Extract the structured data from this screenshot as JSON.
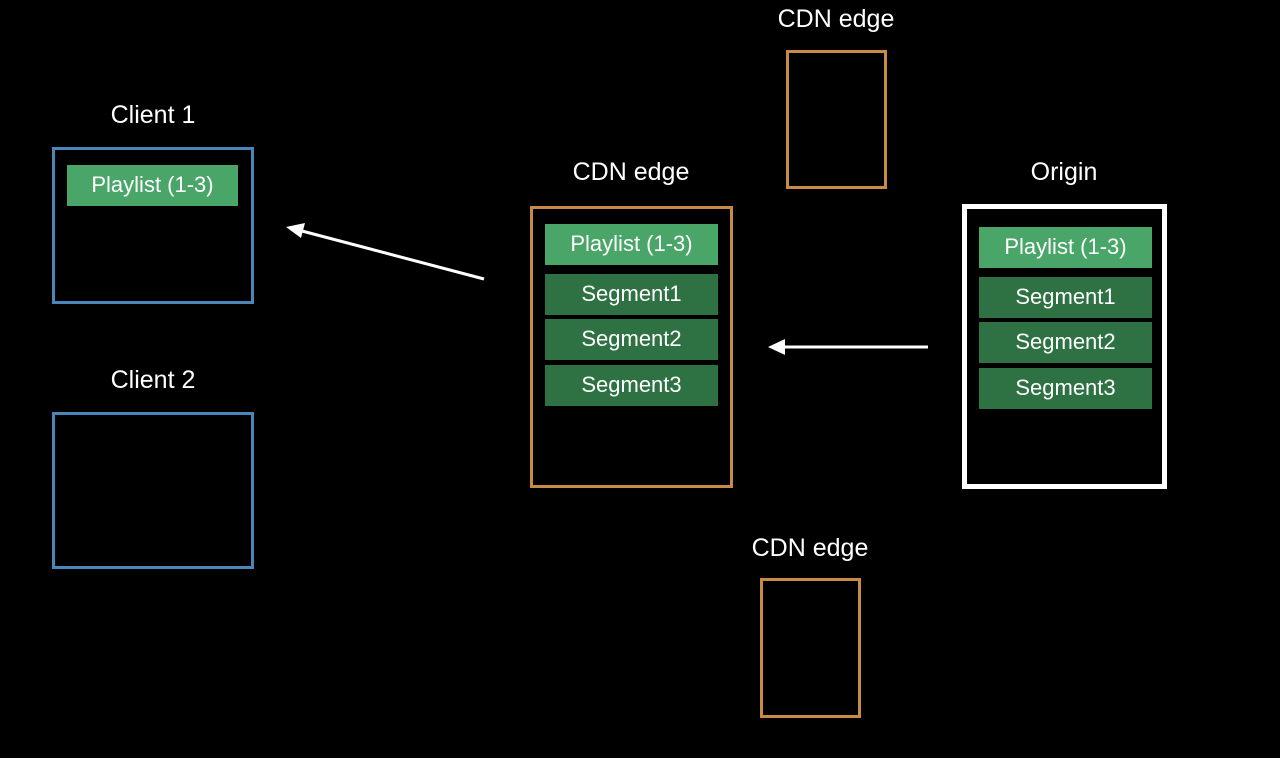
{
  "colors": {
    "background": "#000000",
    "client_border": "#4a86b8",
    "cdn_border": "#c98a45",
    "origin_border": "#ffffff",
    "playlist_fill": "#4aa568",
    "segment_fill": "#2e7143",
    "arrow": "#ffffff"
  },
  "client1": {
    "title": "Client 1",
    "playlist": "Playlist (1-3)"
  },
  "client2": {
    "title": "Client 2"
  },
  "cdn_edge_top": {
    "title": "CDN edge"
  },
  "cdn_edge_center": {
    "title": "CDN edge",
    "playlist": "Playlist (1-3)",
    "segments": [
      "Segment1",
      "Segment2",
      "Segment3"
    ]
  },
  "cdn_edge_bottom": {
    "title": "CDN edge"
  },
  "origin": {
    "title": "Origin",
    "playlist": "Playlist (1-3)",
    "segments": [
      "Segment1",
      "Segment2",
      "Segment3"
    ]
  }
}
